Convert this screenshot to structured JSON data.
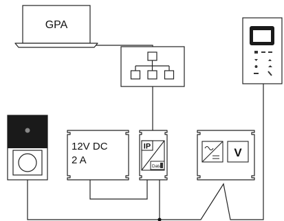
{
  "laptop": {
    "label": "GPA",
    "icon": "laptop-icon"
  },
  "switch": {
    "icon": "network-switch-icon"
  },
  "doorstation": {
    "icon": "door-station-icon"
  },
  "power_supply": {
    "line1": "12V DC",
    "line2": "2 A"
  },
  "ip_gateway": {
    "ip_label": "IP",
    "data_label": "Data"
  },
  "supply_unit": {
    "voltage_label": "V"
  },
  "indoor_station": {
    "icon": "indoor-station-icon"
  }
}
